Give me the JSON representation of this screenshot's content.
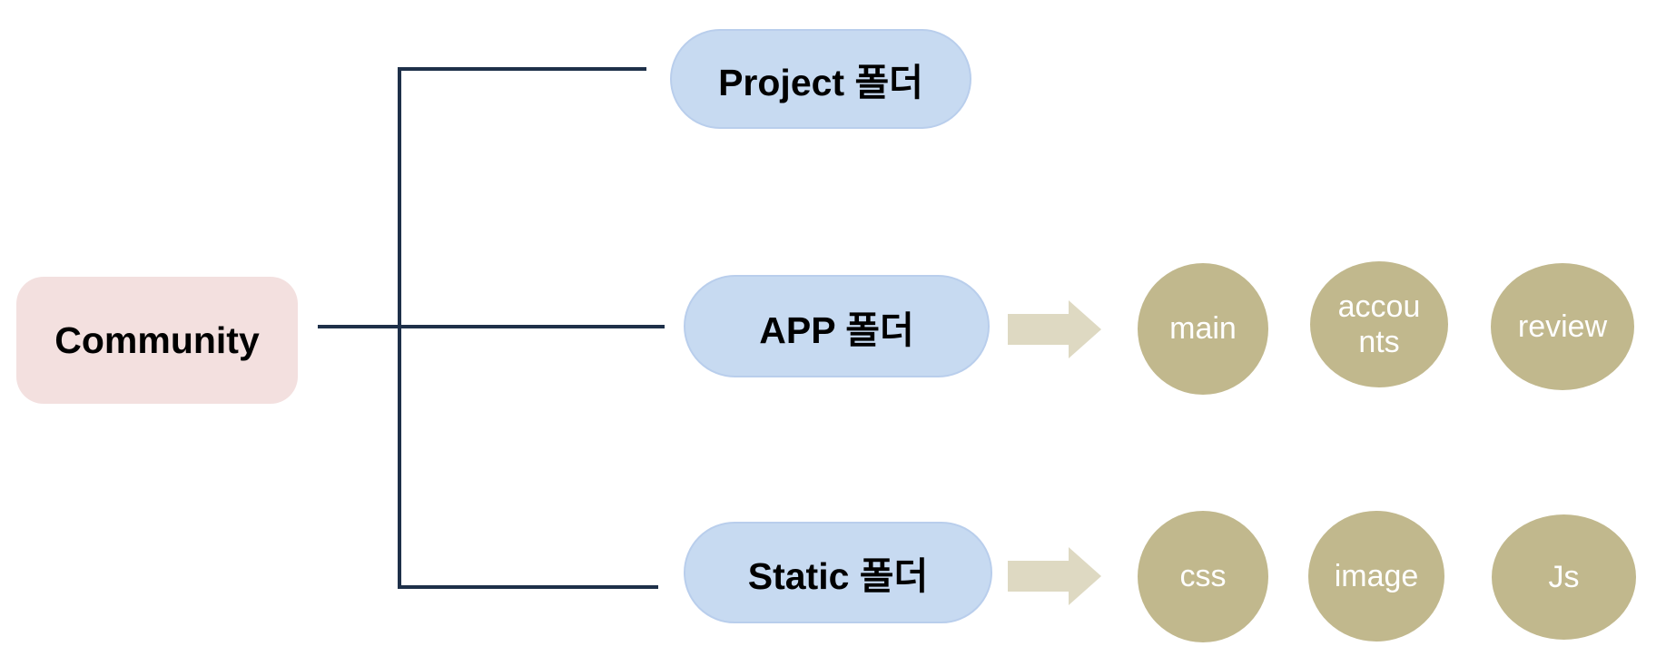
{
  "diagram": {
    "root": {
      "label": "Community"
    },
    "rows": [
      {
        "folder": "Project 폴더",
        "items": []
      },
      {
        "folder": "APP 폴더",
        "items": [
          "main",
          "accounts",
          "review"
        ]
      },
      {
        "folder": "Static 폴더",
        "items": [
          "css",
          "image",
          "Js"
        ]
      }
    ],
    "colors": {
      "root_fill": "#F3E0DF",
      "folder_fill": "#C7DAF1",
      "folder_border": "#B9CEEC",
      "item_fill": "#C1B88D",
      "arrow_fill": "#DED9C2",
      "connector": "#1E3049",
      "folder_text": "#000000",
      "item_text": "#FFFFFF"
    }
  }
}
